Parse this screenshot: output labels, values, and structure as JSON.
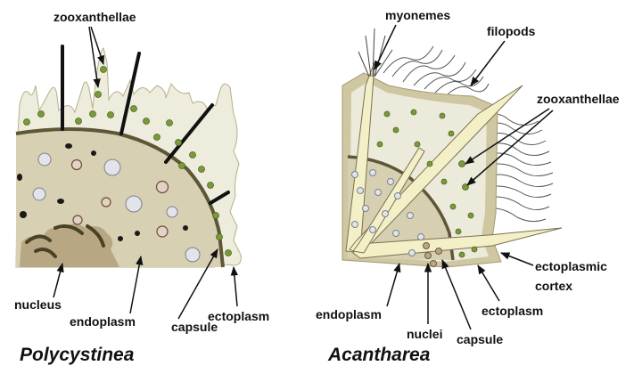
{
  "colors": {
    "endoplasm": "#d7d0b2",
    "ectoplasm": "#eeecdc",
    "capsule_line": "#5d5637",
    "zooxanthellae": "#7a9a3a",
    "nucleus": "#b7a783",
    "vacuole": "#e1e4ea",
    "spine": "#111111",
    "acantharea_spine": "#f3f0c8",
    "cortex": "#c9c09a"
  },
  "panels": [
    {
      "id": "polycystinea",
      "title": "Polycystinea",
      "labels": {
        "zooxanthellae": "zooxanthellae",
        "nucleus": "nucleus",
        "endoplasm": "endoplasm",
        "capsule": "capsule",
        "ectoplasm": "ectoplasm"
      }
    },
    {
      "id": "acantharea",
      "title": "Acantharea",
      "labels": {
        "myonemes": "myonemes",
        "filopods": "filopods",
        "zooxanthellae": "zooxanthellae",
        "ectoplasmic_cortex_line1": "ectoplasmic",
        "ectoplasmic_cortex_line2": "cortex",
        "endoplasm": "endoplasm",
        "nuclei": "nuclei",
        "capsule": "capsule",
        "ectoplasm": "ectoplasm"
      }
    }
  ]
}
